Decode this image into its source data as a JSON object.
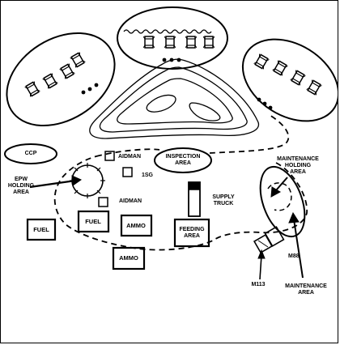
{
  "labels": {
    "ccp": "CCP",
    "epw_holding_area": "EPW\nHOLDING\nAREA",
    "aidman_top": "AIDMAN",
    "aidman_bottom": "AIDMAN",
    "isg": "1SG",
    "inspection_area": "INSPECTION\nAREA",
    "supply_truck": "SUPPLY\nTRUCK",
    "maintenance_holding_area": "MAINTENANCE\nHOLDING AREA",
    "fuel_left": "FUEL",
    "fuel_right": "FUEL",
    "ammo_top": "AMMO",
    "ammo_bottom": "AMMO",
    "feeding_area": "FEEDING\nAREA",
    "m88": "M88",
    "m113": "M113",
    "maintenance_area": "MAINTENANCE\nAREA"
  },
  "colors": {
    "ink": "#000000",
    "paper": "#ffffff"
  }
}
